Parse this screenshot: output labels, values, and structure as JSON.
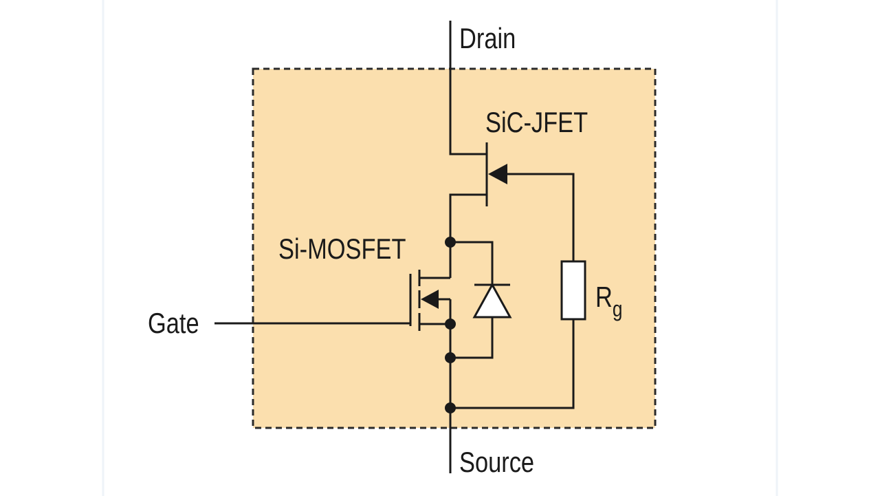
{
  "colors": {
    "background": "#ffffff",
    "panel_edge": "#f2f6fa",
    "module_fill": "#fbdfae",
    "module_border": "#2a2a2a",
    "line": "#1a1a1a",
    "diode_fill": "#ffffff"
  },
  "labels": {
    "drain": "Drain",
    "sic_jfet": "SiC-JFET",
    "si_mosfet": "Si-MOSFET",
    "gate": "Gate",
    "source": "Source",
    "rg_main": "R",
    "rg_sub": "g"
  }
}
